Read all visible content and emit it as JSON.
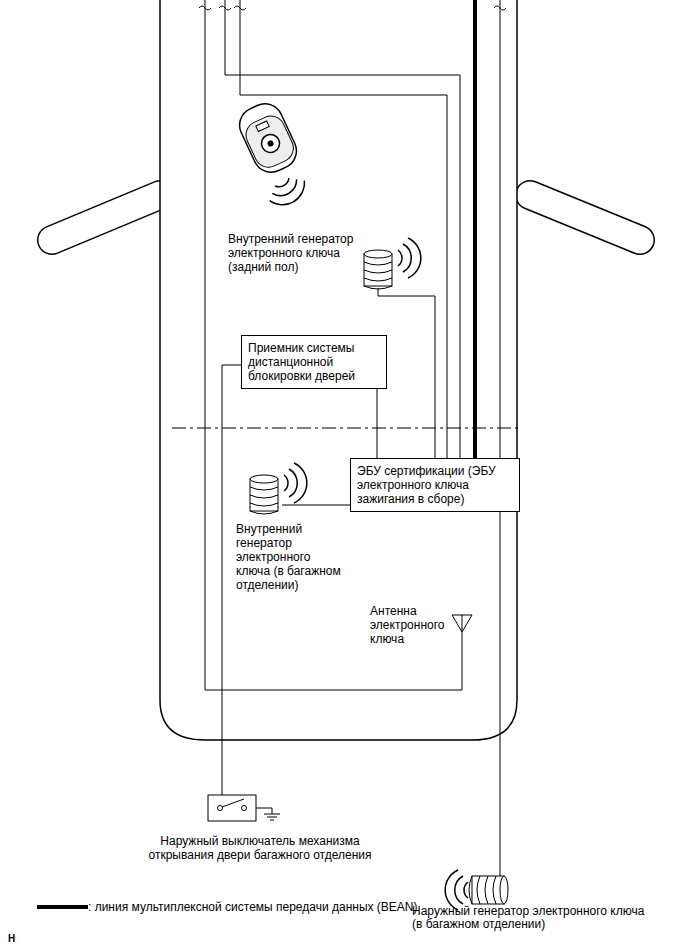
{
  "diagram": {
    "nodes": [
      {
        "text": [
          "Приемник системы дистанционной блокировки дверей"
        ]
      },
      {
        "text": [
          "ЭБУ сертификации (ЭБУ электронного ключа зажигания в сборе)"
        ]
      }
    ],
    "edges": [
      {
        "from": 0,
        "to": 1,
        "arrow": "none"
      }
    ],
    "labels": [
      "Внутренний генератор электронного ключа (задний пол)",
      "Внутренний генератор электронного ключа (в багажном отделении)",
      "Антенна электронного ключа",
      "Наружный выключатель механизма открывания двери багажного отделения",
      "Наружный генератор электронного ключа (в багажном отделении)",
      "H"
    ],
    "legend": [
      {
        "text": ": линия мультиплексной системы передачи данных (BEAN)"
      }
    ]
  }
}
